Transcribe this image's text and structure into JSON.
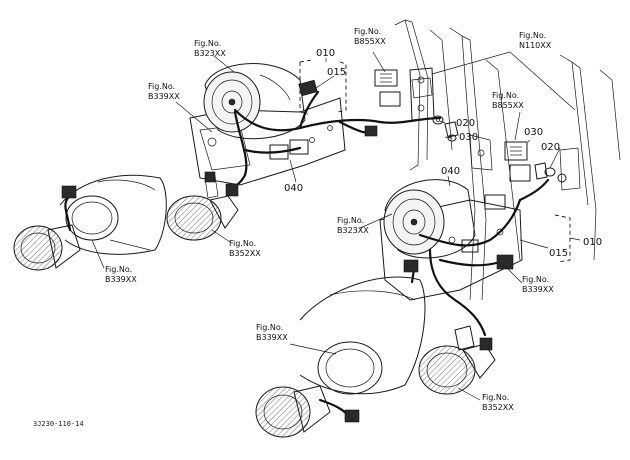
{
  "callouts": {
    "c1": {
      "fig": "Fig.No.",
      "code": "B323XX"
    },
    "c2": {
      "fig": "Fig.No.",
      "code": "B855XX"
    },
    "c3": {
      "fig": "Fig.No.",
      "code": "B339XX"
    },
    "c4": {
      "fig": "Fig.No.",
      "code": "N110XX"
    },
    "c5": {
      "fig": "Fig.No.",
      "code": "B855XX"
    },
    "c6": {
      "fig": "Fig.No.",
      "code": "B352XX"
    },
    "c7": {
      "fig": "Fig.No.",
      "code": "B323XX"
    },
    "c8": {
      "fig": "Fig.No.",
      "code": "B339XX"
    },
    "c9": {
      "fig": "Fig.No.",
      "code": "B339XX"
    },
    "c10": {
      "fig": "Fig.No.",
      "code": "B339XX"
    },
    "c11": {
      "fig": "Fig.No.",
      "code": "B352XX"
    }
  },
  "parts": {
    "p010a": "010",
    "p015a": "015",
    "p020a": "020",
    "p030a": "030",
    "p040a": "040",
    "p030b": "030",
    "p020b": "020",
    "p040b": "040",
    "p015b": "015",
    "p010b": "010"
  },
  "diagram_code": "3J230-110-14"
}
